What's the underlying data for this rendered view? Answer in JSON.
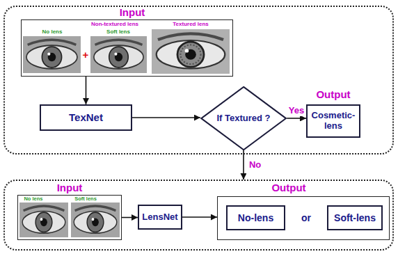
{
  "diagram": {
    "nodes": [
      {
        "text": [
          "Input",
          "Output"
        ]
      },
      {
        "text": [
          "Non-textured lens",
          "No lens",
          "+",
          "Soft lens",
          "Textured lens"
        ],
        "in": 0
      },
      {
        "text": [
          "TexNet"
        ],
        "in": 0
      },
      {
        "text": [
          "If Textured ?"
        ],
        "in": 0
      },
      {
        "text": [
          "Cosmetic-lens"
        ],
        "in": 0
      },
      {
        "text": [
          "Input",
          "Output"
        ]
      },
      {
        "text": [
          "No lens",
          "Soft lens"
        ],
        "in": 5
      },
      {
        "text": [
          "LensNet"
        ],
        "in": 5
      },
      {
        "text": [
          "or"
        ],
        "in": 5
      },
      {
        "text": [
          "No-lens"
        ],
        "in": 8
      },
      {
        "text": [
          "Soft-lens"
        ],
        "in": 8
      }
    ],
    "edges": [
      {
        "from": 1,
        "to": 2,
        "arrow": "to"
      },
      {
        "from": 2,
        "to": 3,
        "arrow": "to"
      },
      {
        "from": 3,
        "to": 4,
        "label": "Yes",
        "arrow": "to"
      },
      {
        "from": 3,
        "to": 5,
        "label": "No",
        "arrow": "to"
      },
      {
        "from": 6,
        "to": 7,
        "arrow": "to"
      },
      {
        "from": 7,
        "to": 8,
        "arrow": "to"
      }
    ]
  }
}
